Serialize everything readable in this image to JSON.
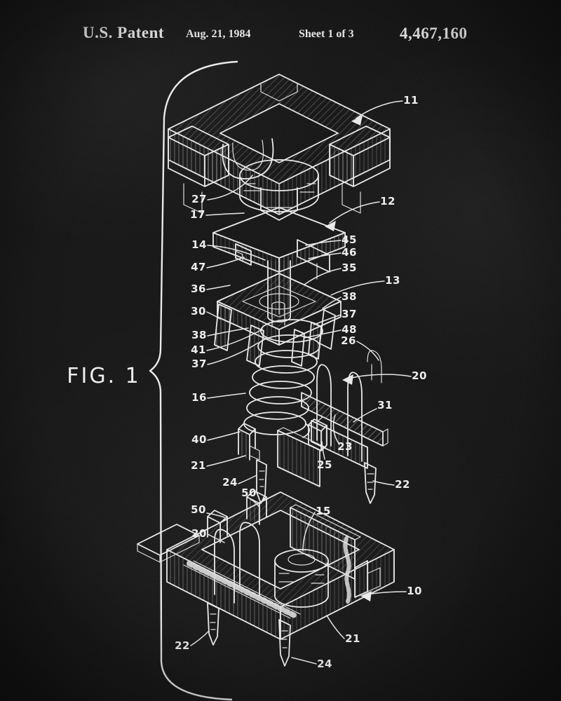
{
  "header": {
    "title": "U.S. Patent",
    "date": "Aug. 21, 1984",
    "sheet": "Sheet 1 of 3",
    "patent_number": "4,467,160"
  },
  "figure_label": "FIG. 1",
  "colors": {
    "background": "#111111",
    "ink": "#e9e9e9"
  },
  "diagram": {
    "callouts": [
      {
        "text": "11"
      },
      {
        "text": "27"
      },
      {
        "text": "17"
      },
      {
        "text": "12"
      },
      {
        "text": "14"
      },
      {
        "text": "45"
      },
      {
        "text": "46"
      },
      {
        "text": "47"
      },
      {
        "text": "35"
      },
      {
        "text": "13"
      },
      {
        "text": "36"
      },
      {
        "text": "38"
      },
      {
        "text": "30"
      },
      {
        "text": "37"
      },
      {
        "text": "38"
      },
      {
        "text": "48"
      },
      {
        "text": "41"
      },
      {
        "text": "26"
      },
      {
        "text": "37"
      },
      {
        "text": "20"
      },
      {
        "text": "16"
      },
      {
        "text": "31"
      },
      {
        "text": "40"
      },
      {
        "text": "23"
      },
      {
        "text": "21"
      },
      {
        "text": "25"
      },
      {
        "text": "24"
      },
      {
        "text": "22"
      },
      {
        "text": "50"
      },
      {
        "text": "50"
      },
      {
        "text": "15"
      },
      {
        "text": "20"
      },
      {
        "text": "10"
      },
      {
        "text": "22"
      },
      {
        "text": "21"
      },
      {
        "text": "24"
      }
    ]
  }
}
